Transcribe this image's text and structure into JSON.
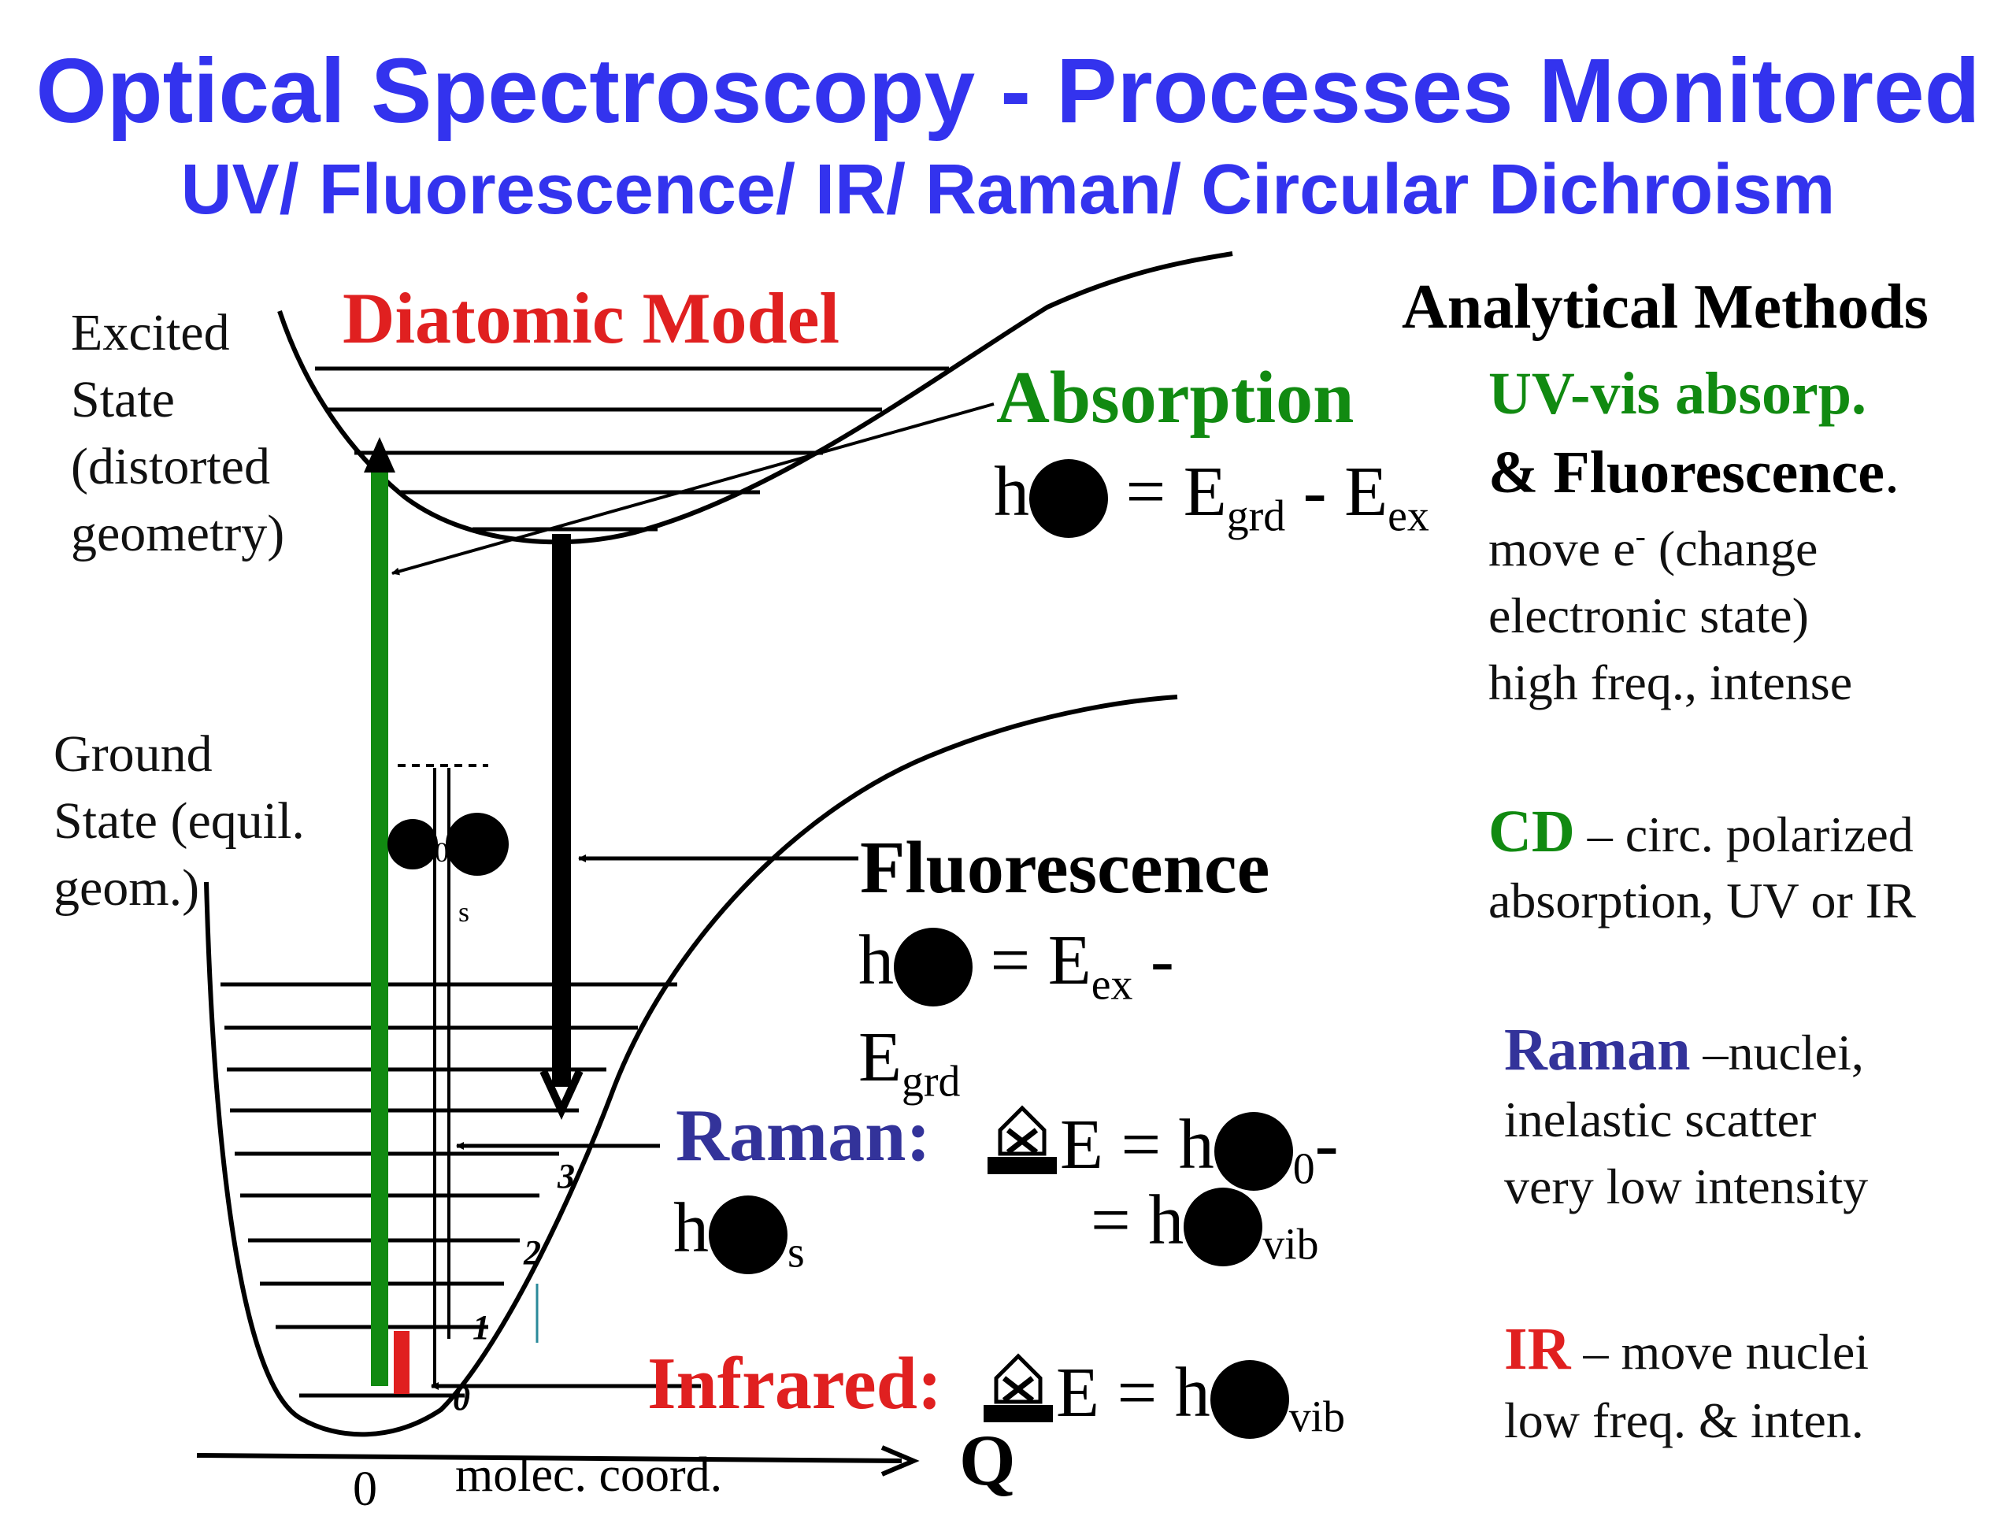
{
  "header": {
    "title": "Optical Spectroscopy - Processes Monitored",
    "subtitle": "UV/ Fluorescence/ IR/ Raman/ Circular Dichroism"
  },
  "diagram": {
    "heading": "Diatomic Model",
    "excited_label": [
      "Excited",
      "State",
      "(distorted",
      "geometry)"
    ],
    "ground_label": [
      "Ground",
      "State (equil.",
      "geom.)"
    ],
    "axis_zero": "0",
    "axis_label": "molec. coord.",
    "axis_q": "Q",
    "level_numbers": [
      "3",
      "2",
      "1",
      "0"
    ],
    "nu0_sub": "0",
    "s_mark": "s",
    "colors": {
      "absorption": "#118a11",
      "infrared": "#e02020",
      "curves": "#000000"
    }
  },
  "processes": {
    "absorption": {
      "label": "Absorption",
      "h": "h",
      "eq": " = E",
      "sub1": "grd",
      "minus": " - E",
      "sub2": "ex"
    },
    "fluorescence": {
      "label": "Fluorescence",
      "h": "h",
      "eq": " = E",
      "sub1": "ex",
      "minus": " -",
      "line2": "E",
      "sub2": "grd"
    },
    "raman": {
      "label": "Raman:",
      "h": "h",
      "sub_s": "s",
      "delta_eq": "E = h",
      "sub0": "0",
      "dash": "-",
      "eq2": "= h",
      "sub_vib": "vib"
    },
    "infrared": {
      "label": "Infrared:",
      "delta_eq": "E = h",
      "sub_vib": "vib"
    }
  },
  "methods": {
    "heading": "Analytical Methods",
    "uvvis": {
      "title": "UV-vis absorp.",
      "title2": "& Fluorescence",
      "period": ".",
      "line1a": "move e",
      "line1sup": "-",
      "line1b": " (change",
      "line2": "electronic state)",
      "line3": "high freq., intense"
    },
    "cd": {
      "title": "CD",
      "line1": " – circ. polarized",
      "line2": "absorption, UV or IR"
    },
    "raman": {
      "title": "Raman",
      "line1": " –nuclei,",
      "line2": "inelastic scatter",
      "line3": "very low intensity"
    },
    "ir": {
      "title": "IR",
      "line1": " – move nuclei",
      "line2": "low freq. & inten."
    }
  }
}
